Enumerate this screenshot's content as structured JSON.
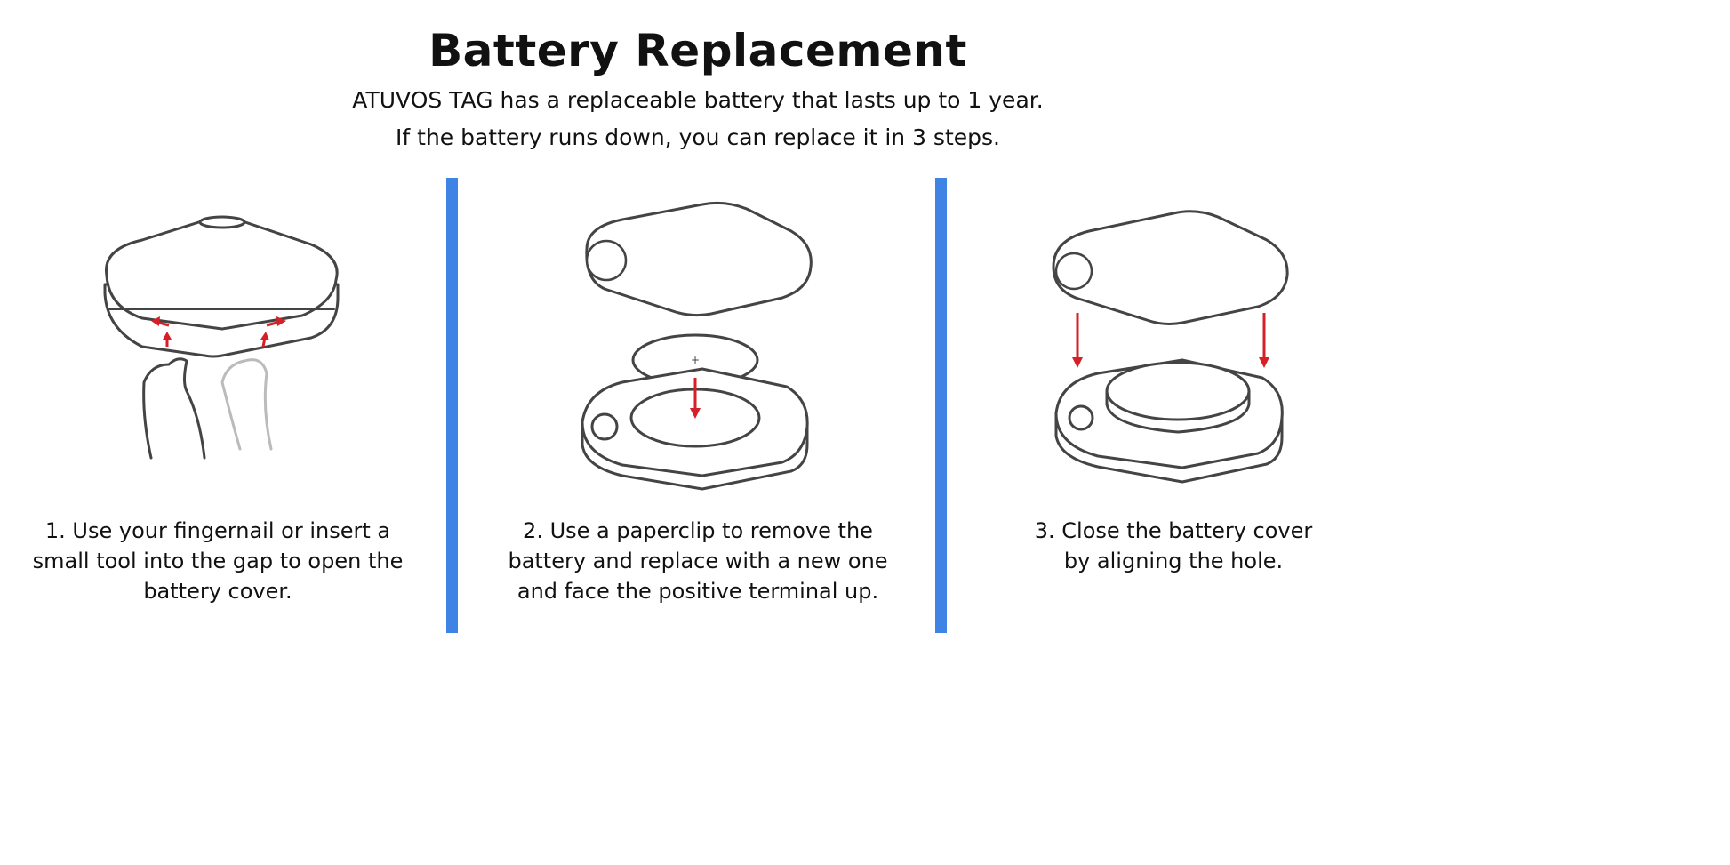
{
  "header": {
    "title": "Battery Replacement",
    "subtitle_lines": [
      "ATUVOS TAG has a replaceable battery that lasts up to 1 year.",
      "If the battery runs down, you can replace it in 3 steps."
    ]
  },
  "steps": [
    {
      "lines": [
        "1. Use your fingernail or insert a",
        "small tool into the gap to open the",
        "battery cover."
      ]
    },
    {
      "lines": [
        "2. Use a paperclip to remove the",
        "battery and replace with a new one",
        "and face the positive terminal up."
      ]
    },
    {
      "lines": [
        "3. Close the battery cover",
        "by aligning the hole."
      ]
    }
  ],
  "colors": {
    "divider": "#3f84e5",
    "arrow": "#d61f26",
    "line": "#444444"
  }
}
